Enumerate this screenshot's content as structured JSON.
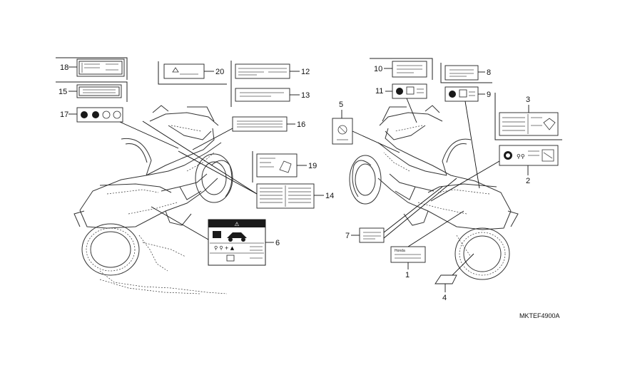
{
  "diagram": {
    "code": "MKTEF4900A",
    "callouts": [
      "1",
      "2",
      "3",
      "4",
      "5",
      "6",
      "7",
      "8",
      "9",
      "10",
      "11",
      "12",
      "13",
      "14",
      "15",
      "16",
      "17",
      "18",
      "19",
      "20"
    ],
    "label_6_warning_glyph": "⚠",
    "label_1_header": "Honda",
    "colors": {
      "line": "#222222",
      "label_fill": "#ffffff",
      "dark": "#1a1a1a",
      "background": "#ffffff"
    }
  }
}
